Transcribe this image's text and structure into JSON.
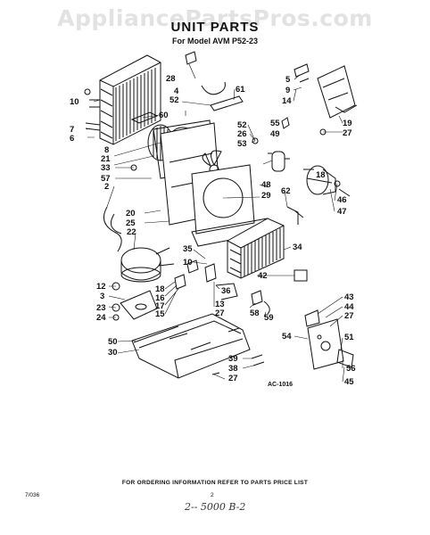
{
  "watermark": "AppliancePartsPros.com",
  "title": "UNIT PARTS",
  "subtitle": "For Model AVM P52-23",
  "diagram_code": "AC-1016",
  "footer": "FOR ORDERING INFORMATION REFER TO PARTS PRICE LIST",
  "doc_number": "7/036",
  "page_number": "2",
  "handwriting": "2-- 5000 B-2",
  "callouts": [
    "28",
    "5",
    "4",
    "61",
    "9",
    "10",
    "52",
    "14",
    "7",
    "60",
    "6",
    "8",
    "52",
    "55",
    "19",
    "21",
    "26",
    "49",
    "27",
    "33",
    "53",
    "18",
    "57",
    "48",
    "29",
    "62",
    "2",
    "20",
    "25",
    "46",
    "47",
    "22",
    "35",
    "34",
    "10",
    "12",
    "18",
    "16",
    "42",
    "3",
    "17",
    "36",
    "23",
    "15",
    "13",
    "24",
    "27",
    "58",
    "59",
    "43",
    "44",
    "27",
    "54",
    "51",
    "50",
    "30",
    "39",
    "38",
    "56",
    "27",
    "45"
  ]
}
